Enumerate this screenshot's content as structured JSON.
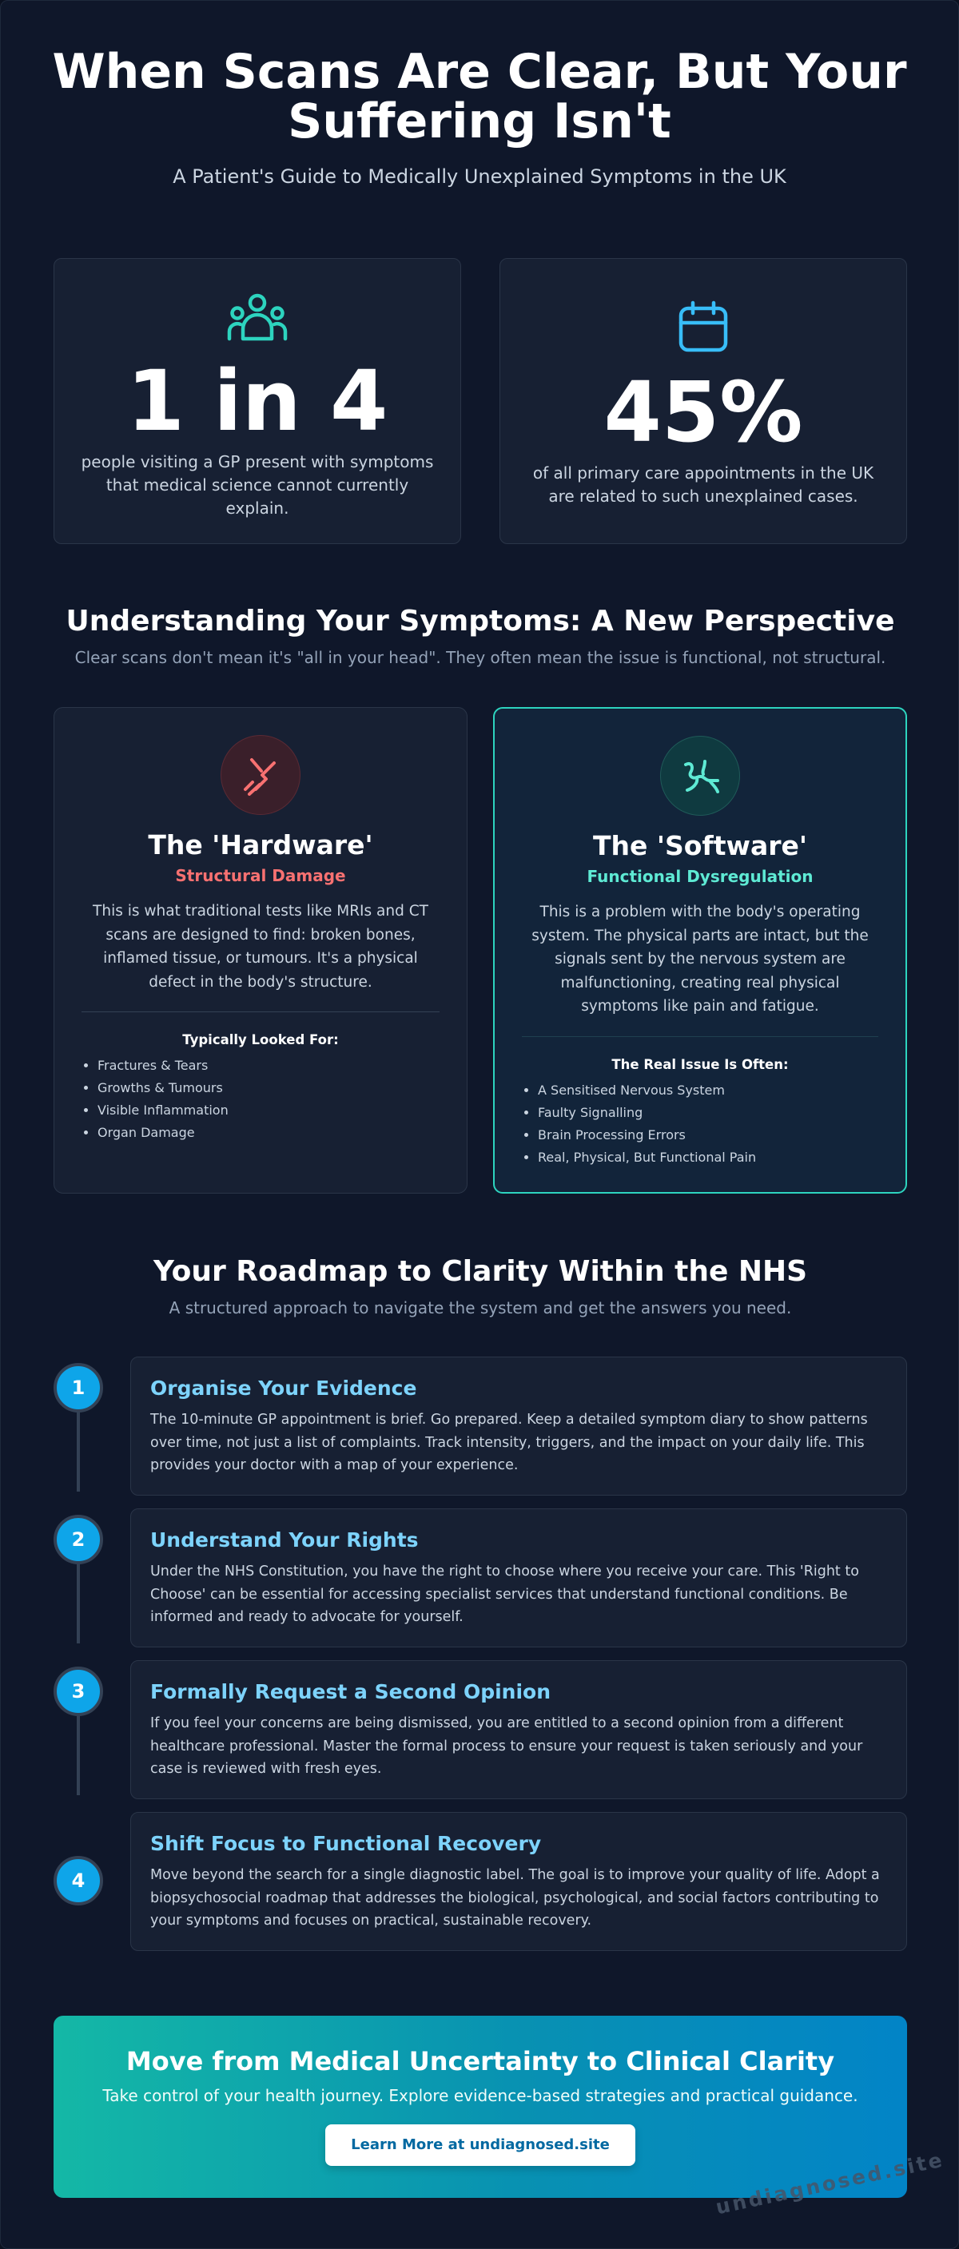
{
  "hero": {
    "title": "When Scans Are Clear, But Your Suffering Isn't",
    "subtitle": "A Patient's Guide to Medically Unexplained Symptoms in the UK"
  },
  "stats": [
    {
      "icon": "people-group-icon",
      "value": "1 in 4",
      "description": "people visiting a GP present with symptoms that medical science cannot currently explain."
    },
    {
      "icon": "calendar-icon",
      "value": "45%",
      "description": "of all primary care appointments in the UK are related to such unexplained cases."
    }
  ],
  "understanding": {
    "title": "Understanding Your Symptoms: A New Perspective",
    "subtitle": "Clear scans don't mean it's \"all in your head\". They often mean the issue is functional, not structural."
  },
  "hardware": {
    "icon": "broken-bone-icon",
    "title": "The 'Hardware'",
    "kind": "Structural Damage",
    "body": "This is what traditional tests like MRIs and CT scans are designed to find: broken bones, inflamed tissue, or tumours. It's a physical defect in the body's structure.",
    "list_heading": "Typically Looked For:",
    "items": [
      "Fractures & Tears",
      "Growths & Tumours",
      "Visible Inflammation",
      "Organ Damage"
    ]
  },
  "software": {
    "icon": "nerve-signal-icon",
    "title": "The 'Software'",
    "kind": "Functional Dysregulation",
    "body": "This is a problem with the body's operating system. The physical parts are intact, but the signals sent by the nervous system are malfunctioning, creating real physical symptoms like pain and fatigue.",
    "list_heading": "The Real Issue Is Often:",
    "items": [
      "A Sensitised Nervous System",
      "Faulty Signalling",
      "Brain Processing Errors",
      "Real, Physical, But Functional Pain"
    ]
  },
  "roadmap": {
    "title": "Your Roadmap to Clarity Within the NHS",
    "subtitle": "A structured approach to navigate the system and get the answers you need.",
    "steps": [
      {
        "num": "1",
        "title": "Organise Your Evidence",
        "body": "The 10-minute GP appointment is brief. Go prepared. Keep a detailed symptom diary to show patterns over time, not just a list of complaints. Track intensity, triggers, and the impact on your daily life. This provides your doctor with a map of your experience."
      },
      {
        "num": "2",
        "title": "Understand Your Rights",
        "body": "Under the NHS Constitution, you have the right to choose where you receive your care. This 'Right to Choose' can be essential for accessing specialist services that understand functional conditions. Be informed and ready to advocate for yourself."
      },
      {
        "num": "3",
        "title": "Formally Request a Second Opinion",
        "body": "If you feel your concerns are being dismissed, you are entitled to a second opinion from a different healthcare professional. Master the formal process to ensure your request is taken seriously and your case is reviewed with fresh eyes."
      },
      {
        "num": "4",
        "title": "Shift Focus to Functional Recovery",
        "body": "Move beyond the search for a single diagnostic label. The goal is to improve your quality of life. Adopt a biopsychosocial roadmap that addresses the biological, psychological, and social factors contributing to your symptoms and focuses on practical, sustainable recovery."
      }
    ]
  },
  "cta": {
    "title": "Move from Medical Uncertainty to Clinical Clarity",
    "subtitle": "Take control of your health journey. Explore evidence-based strategies and practical guidance.",
    "button": "Learn More at undiagnosed.site"
  },
  "watermark": "undiagnosed.site",
  "colors": {
    "background": "#0f172a",
    "card": "#172033",
    "teal_accent": "#2dd4bf",
    "red_accent": "#f87171",
    "sky_accent": "#7dd3fc",
    "step_badge": "#0ea5e9"
  }
}
